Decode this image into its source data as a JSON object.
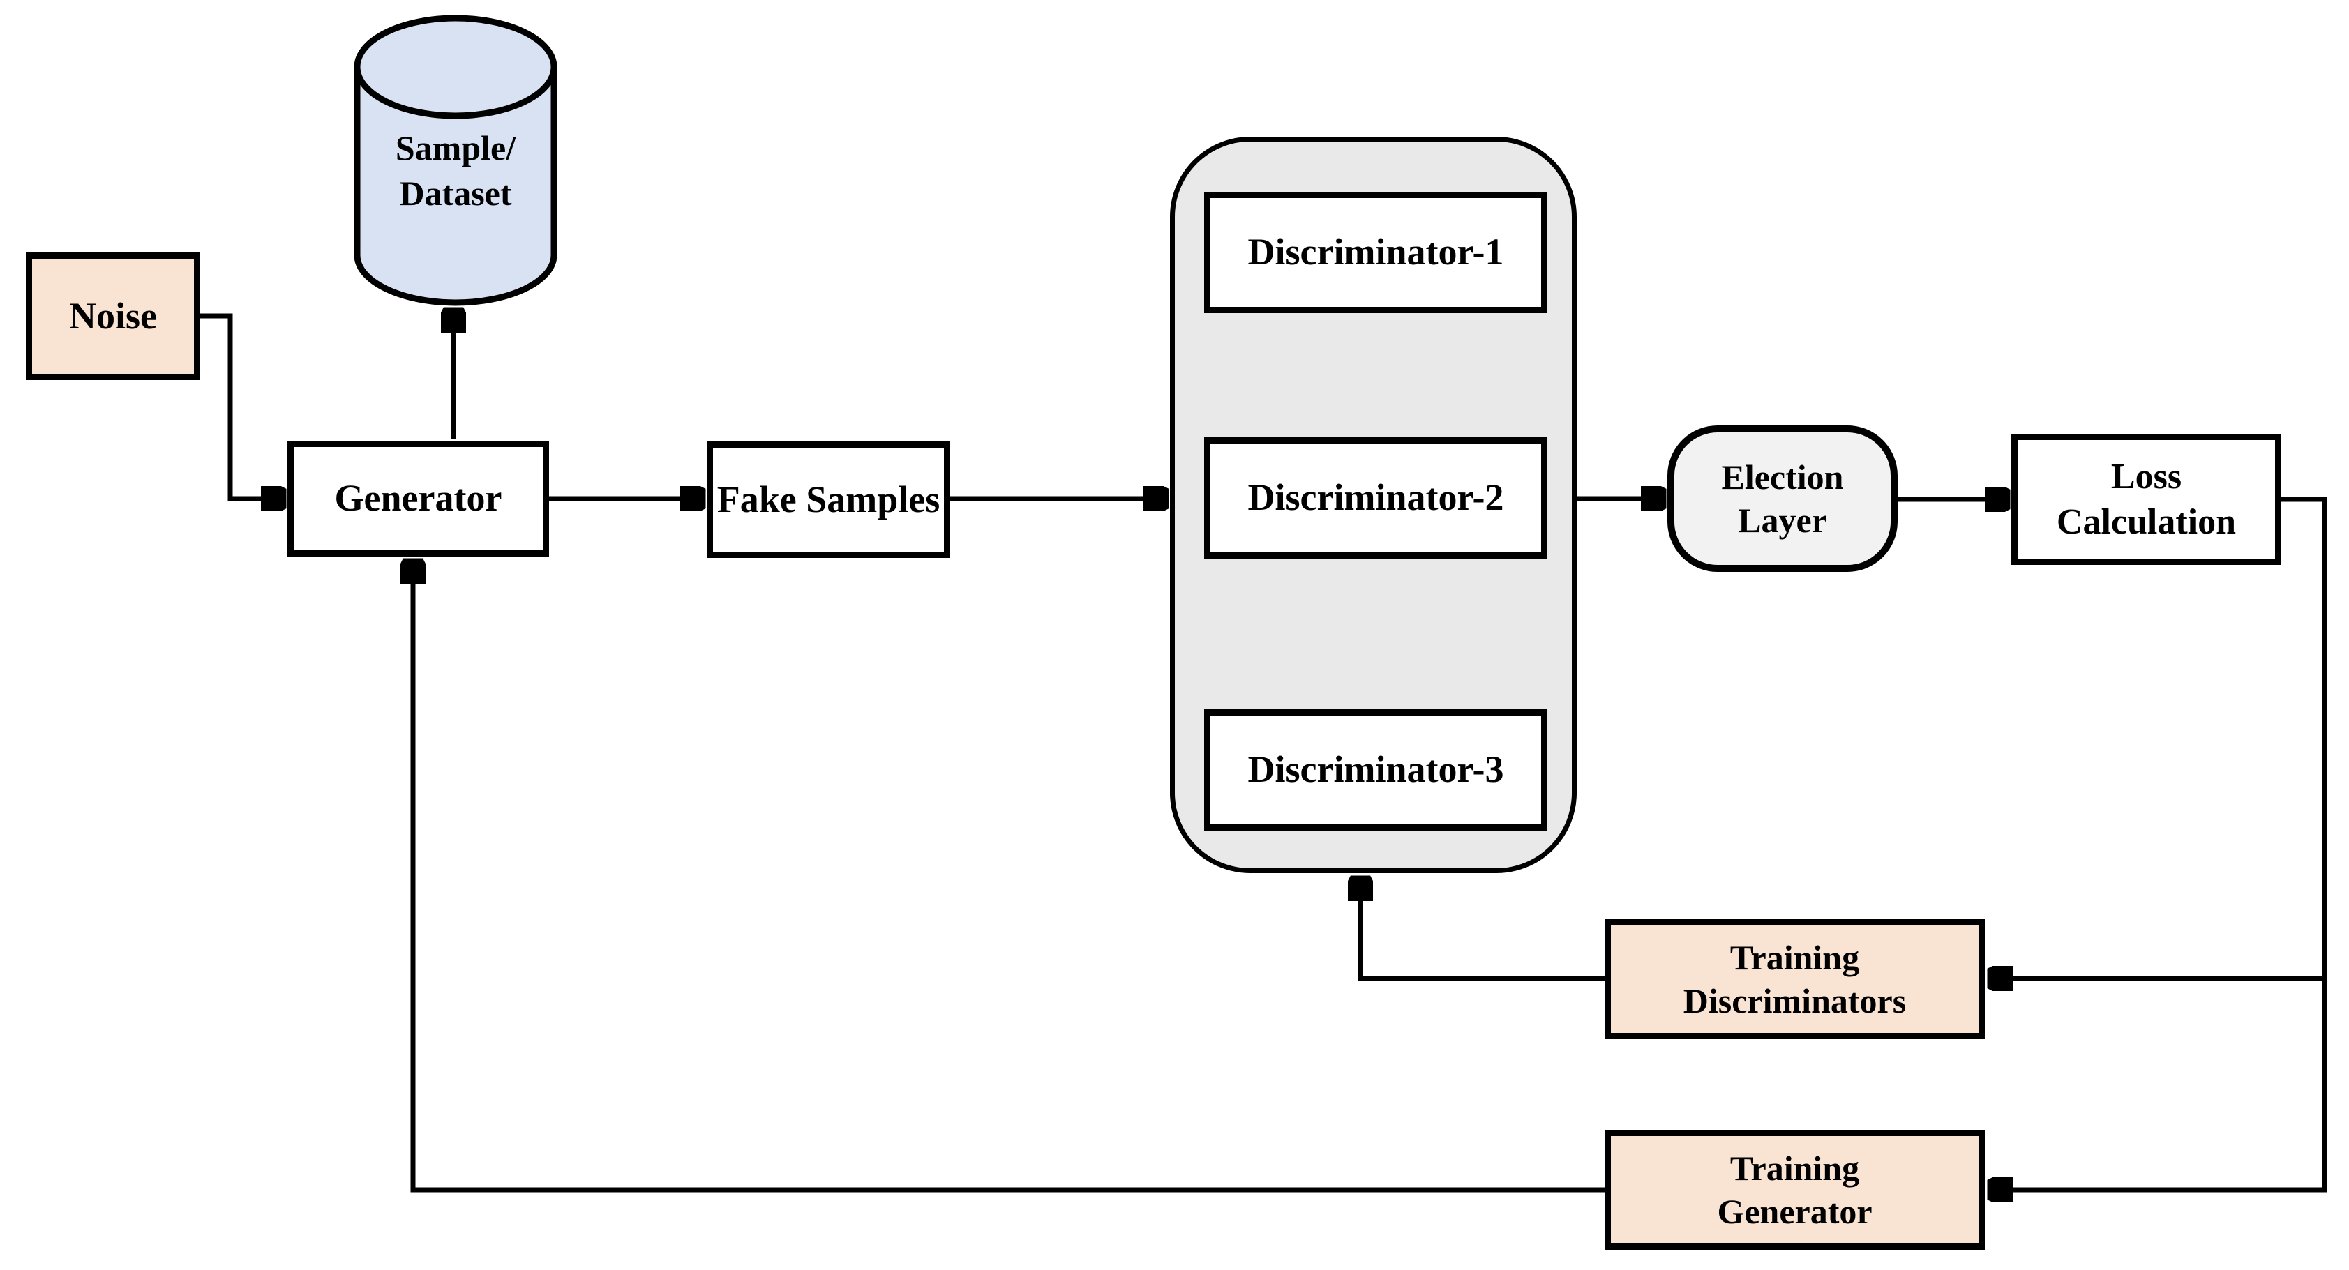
{
  "nodes": {
    "noise": {
      "label": "Noise"
    },
    "dataset": {
      "line1": "Sample/",
      "line2": "Dataset"
    },
    "generator": {
      "label": "Generator"
    },
    "fake_samples": {
      "label": "Fake Samples"
    },
    "discriminator_1": {
      "label": "Discriminator-1"
    },
    "discriminator_2": {
      "label": "Discriminator-2"
    },
    "discriminator_3": {
      "label": "Discriminator-3"
    },
    "election_layer": {
      "line1": "Election",
      "line2": "Layer"
    },
    "loss_calculation": {
      "line1": "Loss",
      "line2": "Calculation"
    },
    "training_discriminators": {
      "line1": "Training",
      "line2": "Discriminators"
    },
    "training_generator": {
      "line1": "Training",
      "line2": "Generator"
    }
  },
  "edges": [
    {
      "from": "Noise",
      "to": "Generator"
    },
    {
      "from": "Generator",
      "to": "Sample/Dataset"
    },
    {
      "from": "Generator",
      "to": "Fake Samples"
    },
    {
      "from": "Fake Samples",
      "to": "Discriminator group"
    },
    {
      "from": "Discriminator group",
      "to": "Election Layer"
    },
    {
      "from": "Election Layer",
      "to": "Loss Calculation"
    },
    {
      "from": "Loss Calculation",
      "to": "Training Discriminators"
    },
    {
      "from": "Loss Calculation",
      "to": "Training Generator"
    },
    {
      "from": "Training Discriminators",
      "to": "Discriminator group"
    },
    {
      "from": "Training Generator",
      "to": "Generator"
    }
  ],
  "colors": {
    "peach": "#f9e3d3",
    "dataset_blue": "#d9e2f3",
    "group_gray": "#e9e9e9",
    "election_gray": "#f2f2f2",
    "border": "#000000",
    "line": "#000000",
    "background": "#ffffff"
  }
}
